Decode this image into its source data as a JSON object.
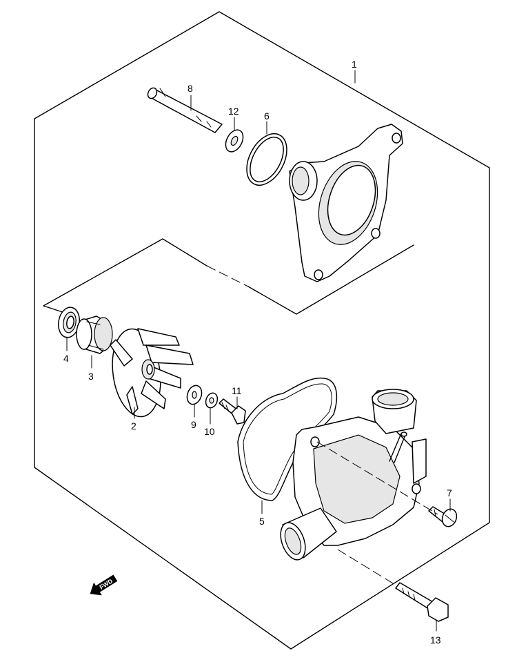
{
  "diagram": {
    "callouts": [
      {
        "id": "1",
        "label": "1"
      },
      {
        "id": "2",
        "label": "2"
      },
      {
        "id": "3",
        "label": "3"
      },
      {
        "id": "4",
        "label": "4"
      },
      {
        "id": "5",
        "label": "5"
      },
      {
        "id": "6",
        "label": "6"
      },
      {
        "id": "7",
        "label": "7"
      },
      {
        "id": "8",
        "label": "8"
      },
      {
        "id": "9",
        "label": "9"
      },
      {
        "id": "10",
        "label": "10"
      },
      {
        "id": "11",
        "label": "11"
      },
      {
        "id": "12",
        "label": "12"
      },
      {
        "id": "13",
        "label": "13"
      }
    ],
    "direction_arrow": {
      "label": "FWD",
      "icon": "forward-arrow-icon"
    }
  }
}
